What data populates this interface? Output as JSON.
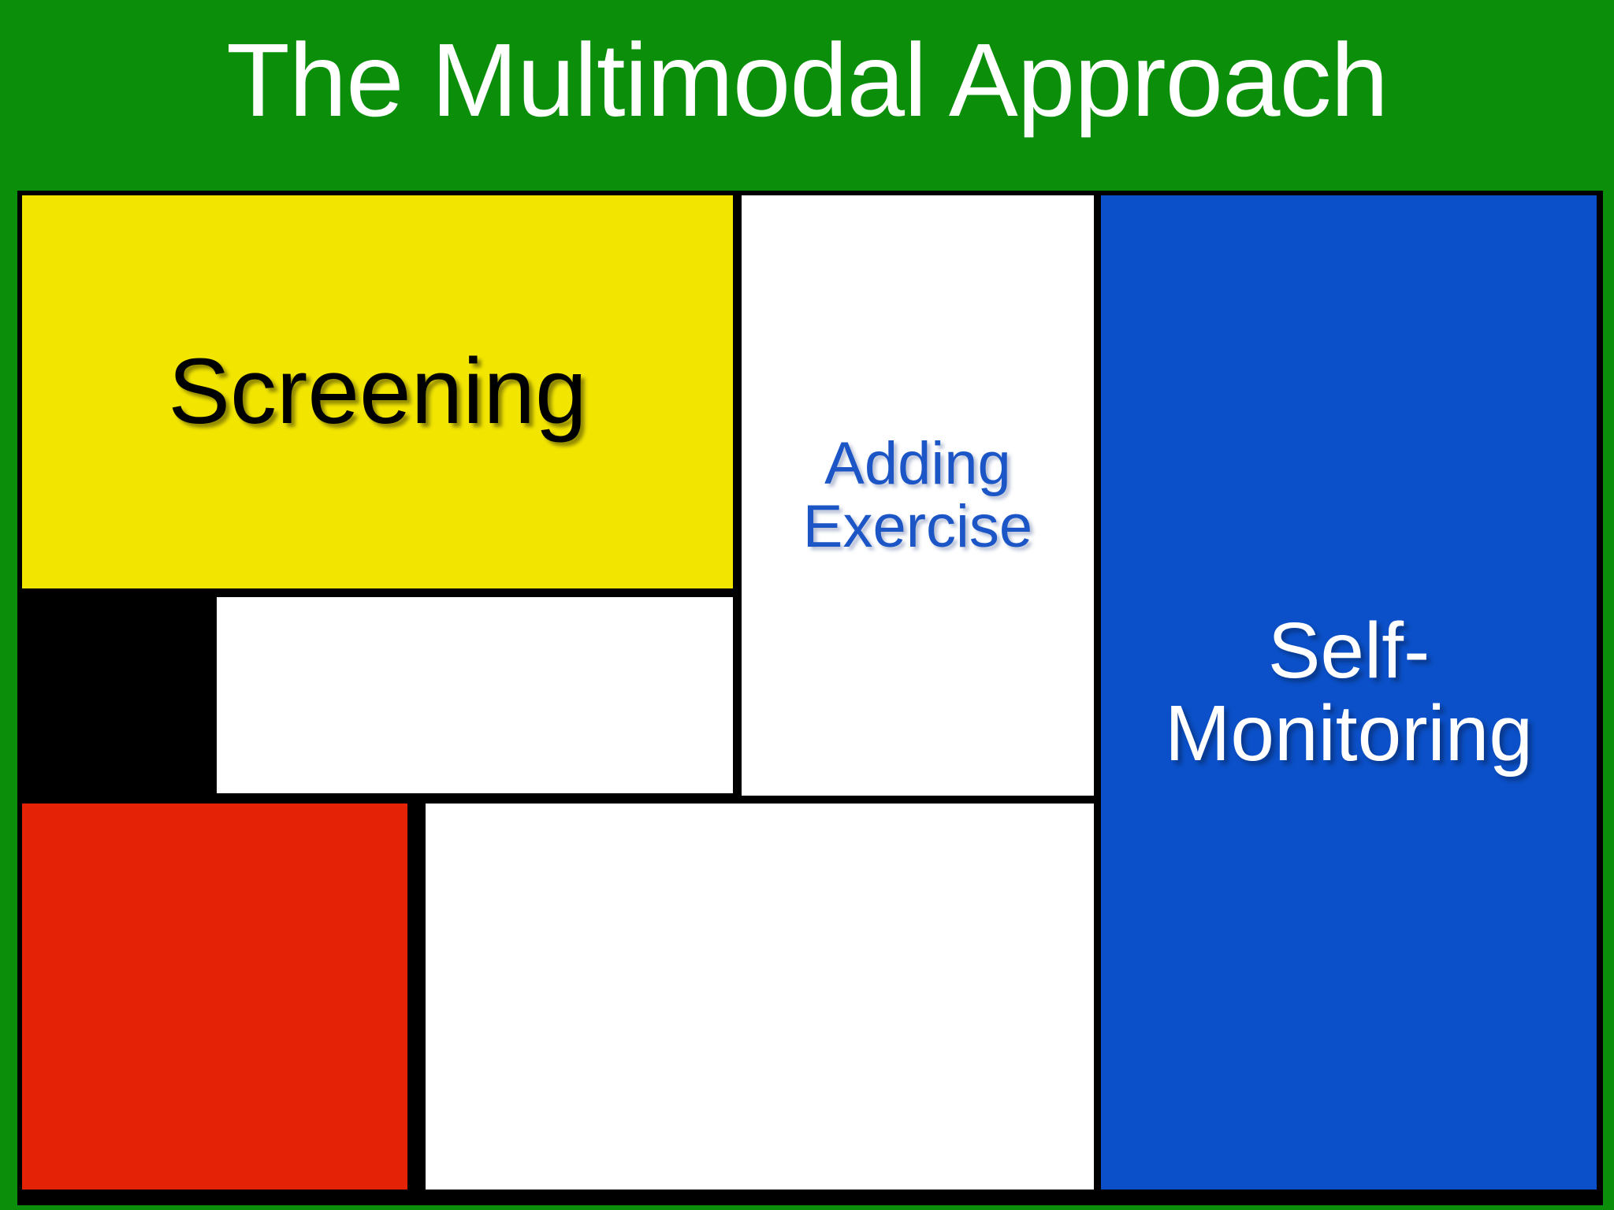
{
  "slide": {
    "title": "The Multimodal Approach",
    "background_color": "#0b8f0b",
    "title_color": "#ffffff",
    "border_color": "#000000"
  },
  "mondrian": {
    "blocks": [
      {
        "key": "screening",
        "label": "Screening",
        "color_name": "yellow",
        "fill": "#F2E500",
        "text_color": "#000000"
      },
      {
        "key": "adding_exercise",
        "label": "Adding\nExercise",
        "line1": "Adding",
        "line2": "Exercise",
        "color_name": "white",
        "fill": "#FFFFFF",
        "text_color": "#1B55C6"
      },
      {
        "key": "self_monitoring",
        "label": "Self-\nMonitoring",
        "line1": "Self-",
        "line2": "Monitoring",
        "color_name": "blue",
        "fill": "#0B50C8",
        "text_color": "#FFFFFF"
      },
      {
        "key": "block_black_mid_left",
        "label": "",
        "color_name": "black",
        "fill": "#000000",
        "text_color": ""
      },
      {
        "key": "block_white_mid",
        "label": "",
        "color_name": "white",
        "fill": "#FFFFFF",
        "text_color": ""
      },
      {
        "key": "block_red_bottom_left",
        "label": "",
        "color_name": "red",
        "fill": "#E42206",
        "text_color": ""
      },
      {
        "key": "block_white_bottom",
        "label": "",
        "color_name": "white",
        "fill": "#FFFFFF",
        "text_color": ""
      }
    ]
  }
}
